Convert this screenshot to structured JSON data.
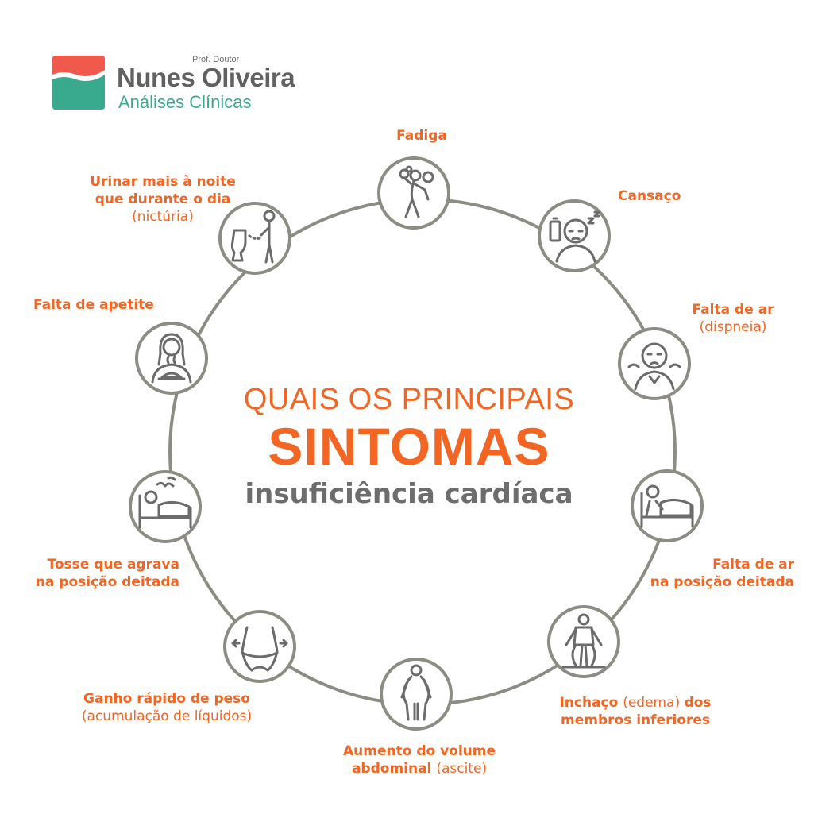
{
  "brand": {
    "prefix": "Prof. Doutor",
    "name": "Nunes Oliveira",
    "subtitle": "Análises Clínicas",
    "colors": {
      "teal": "#3aaa8e",
      "coral": "#ef5a4c"
    }
  },
  "title": {
    "line1": "QUAIS OS PRINCIPAIS",
    "line2": "SINTOMAS",
    "line3": "insuficiência cardíaca"
  },
  "colors": {
    "accent": "#f26522",
    "ring": "#8c8c84",
    "icon": "#6b6b6b",
    "text_gray": "#6d6d6d"
  },
  "symptoms": [
    {
      "icon": "wind-up-tired-person-icon",
      "lines": [
        [
          {
            "t": "Fadiga",
            "w": "b"
          }
        ]
      ]
    },
    {
      "icon": "tired-battery-zzz-icon",
      "lines": [
        [
          {
            "t": "Cansaço",
            "w": "b"
          }
        ]
      ]
    },
    {
      "icon": "breathless-person-icon",
      "lines": [
        [
          {
            "t": "Falta de ar",
            "w": "b"
          }
        ],
        [
          {
            "t": "(dispneia)",
            "w": "n"
          }
        ]
      ]
    },
    {
      "icon": "person-in-bed-icon",
      "lines": [
        [
          {
            "t": "Falta de ar",
            "w": "b"
          }
        ],
        [
          {
            "t": "na posição deitada",
            "w": "b"
          }
        ]
      ]
    },
    {
      "icon": "swollen-legs-icon",
      "lines": [
        [
          {
            "t": "Inchaço ",
            "w": "b"
          },
          {
            "t": "(edema) ",
            "w": "n"
          },
          {
            "t": "dos",
            "w": "b"
          }
        ],
        [
          {
            "t": "membros inferiores",
            "w": "b"
          }
        ]
      ]
    },
    {
      "icon": "swollen-abdomen-icon",
      "lines": [
        [
          {
            "t": "Aumento do volume",
            "w": "b"
          }
        ],
        [
          {
            "t": "abdominal ",
            "w": "b"
          },
          {
            "t": "(ascite)",
            "w": "n"
          }
        ]
      ]
    },
    {
      "icon": "waist-weight-gain-icon",
      "lines": [
        [
          {
            "t": "Ganho rápido de peso",
            "w": "b"
          }
        ],
        [
          {
            "t": "(acumulação de líquidos)",
            "w": "n"
          }
        ]
      ]
    },
    {
      "icon": "coughing-in-bed-icon",
      "lines": [
        [
          {
            "t": "Tosse que agrava",
            "w": "b"
          }
        ],
        [
          {
            "t": "na posição deitada",
            "w": "b"
          }
        ]
      ]
    },
    {
      "icon": "woman-no-appetite-icon",
      "lines": [
        [
          {
            "t": "Falta de apetite",
            "w": "b"
          }
        ]
      ]
    },
    {
      "icon": "urinating-toilet-icon",
      "lines": [
        [
          {
            "t": "Urinar mais à noite",
            "w": "b"
          }
        ],
        [
          {
            "t": "que durante o dia",
            "w": "b"
          }
        ],
        [
          {
            "t": "(nictúria)",
            "w": "n"
          }
        ]
      ]
    }
  ]
}
